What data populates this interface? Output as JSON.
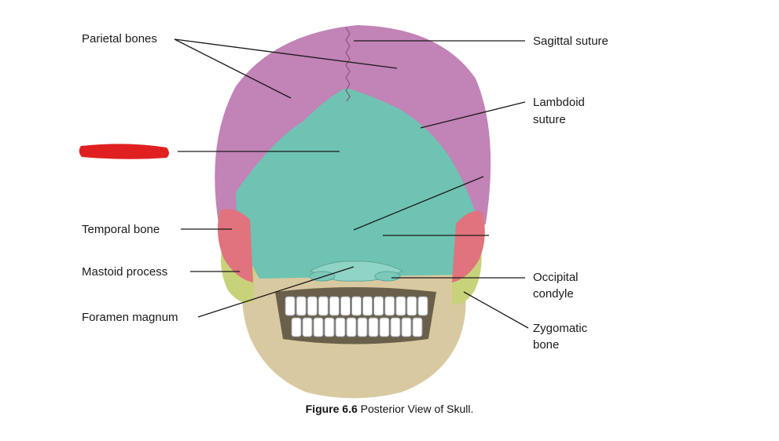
{
  "labels": {
    "parietal_bones": "Parietal bones",
    "sagittal_suture": "Sagittal suture",
    "lambdoid_line1": "Lambdoid",
    "lambdoid_line2": "suture",
    "temporal_bone": "Temporal bone",
    "mastoid_process": "Mastoid process",
    "foramen_magnum": "Foramen magnum",
    "occipital_line1": "Occipital",
    "occipital_line2": "condyle",
    "zygomatic_line1": "Zygomatic",
    "zygomatic_line2": "bone"
  },
  "caption": {
    "figure_number": "Figure 6.6",
    "title": "Posterior View of Skull."
  },
  "colors": {
    "parietal": "#c283b6",
    "occipital": "#6fc3b2",
    "temporal": "#e0737d",
    "mastoid": "#c8d27a",
    "bone": "#d9c9a0",
    "teeth": "#ffffff",
    "redaction": "#e02020",
    "leader": "#1a1a1a"
  }
}
